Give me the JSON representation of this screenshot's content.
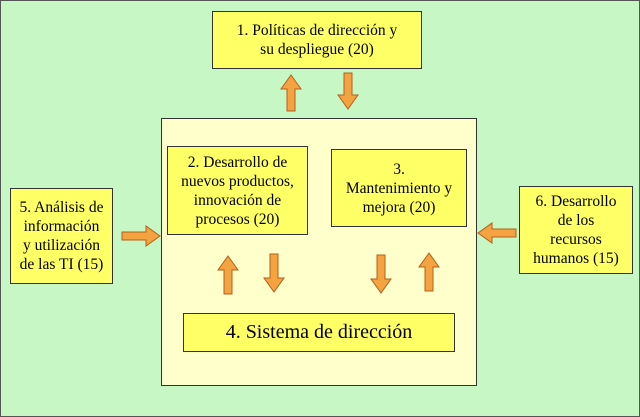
{
  "diagram": {
    "box1": {
      "lines": [
        "1. Políticas de dirección y",
        "su despliegue (20)"
      ]
    },
    "box2": {
      "lines": [
        "2. Desarrollo de",
        "nuevos productos,",
        "innovación de",
        "procesos  (20)"
      ]
    },
    "box3": {
      "lines": [
        "3.",
        "Mantenimiento y",
        "mejora (20)"
      ]
    },
    "box4": {
      "lines": [
        "4. Sistema de dirección"
      ]
    },
    "box5": {
      "lines": [
        "5. Análisis de",
        "información",
        "y utilización",
        "de las TI (15)"
      ]
    },
    "box6": {
      "lines": [
        "6. Desarrollo",
        "de los",
        "recursos",
        "humanos (15)"
      ]
    }
  },
  "colors": {
    "background": "#c7f7c4",
    "panel": "#ffffcc",
    "box": "#ffff66",
    "arrow": "#f4a340"
  }
}
